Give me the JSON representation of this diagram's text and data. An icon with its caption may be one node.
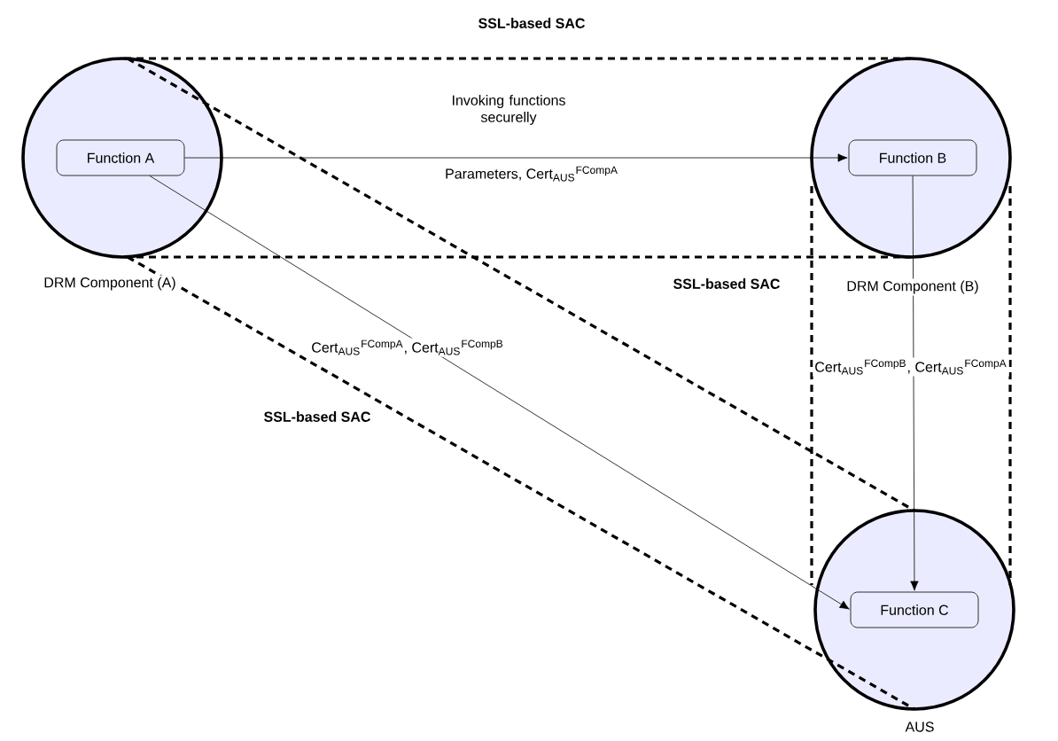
{
  "diagram": {
    "nodes": [
      {
        "text": [],
        "shape": "circle",
        "beside": [
          "DRM Component (A)"
        ]
      },
      {
        "text": [
          "Function A"
        ],
        "in": 0
      },
      {
        "text": [],
        "shape": "circle",
        "beside": [
          "DRM Component (B)"
        ]
      },
      {
        "text": [
          "Function B"
        ],
        "in": 2
      },
      {
        "text": [],
        "shape": "circle",
        "beside": [
          "AUS"
        ]
      },
      {
        "text": [
          "Function C"
        ],
        "in": 4
      }
    ],
    "edges": [
      {
        "from": 1,
        "to": 3,
        "arrow": "to",
        "label": "Parameters, Cert$_{AUS}$$^{FCompA}$"
      },
      {
        "from": 1,
        "to": 5,
        "arrow": "to",
        "label": "Cert$_{AUS}$$^{FCompA}$, Cert$_{AUS}$$^{FCompB}$"
      },
      {
        "from": 3,
        "to": 5,
        "arrow": "to",
        "label": "Cert$_{AUS}$$^{FCompB}$, Cert$_{AUS}$$^{FCompA}$"
      }
    ],
    "labels": [
      "SSL-based SAC",
      "Invoking functions securelly",
      "SSL-based SAC",
      "SSL-based SAC"
    ]
  }
}
